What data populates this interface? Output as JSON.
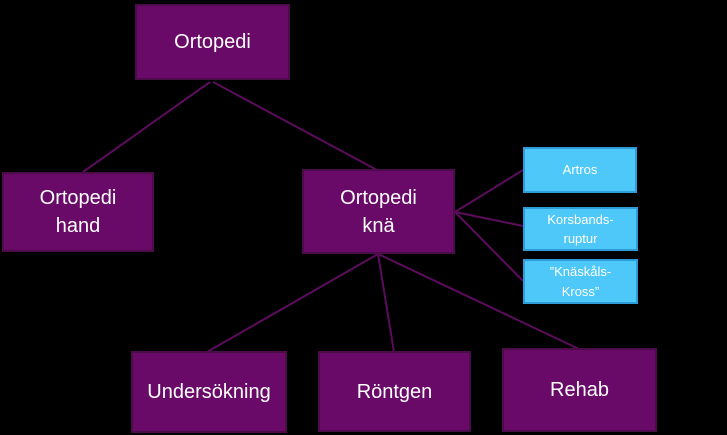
{
  "diagram": {
    "type": "tree",
    "nodes": {
      "ortopedi": {
        "label": "Ortopedi",
        "level": 1,
        "style": "primary"
      },
      "ortopedi_hand": {
        "label": "Ortopedi\nhand",
        "level": 2,
        "style": "primary"
      },
      "ortopedi_kna": {
        "label": "Ortopedi\nknä",
        "level": 2,
        "style": "primary"
      },
      "artros": {
        "label": "Artros",
        "level": 3,
        "style": "secondary"
      },
      "korsbandsruptur": {
        "label": "Korsbands-\nruptur",
        "level": 3,
        "style": "secondary"
      },
      "knaskals_kross": {
        "label": "”Knäskåls-\nKross”",
        "level": 3,
        "style": "secondary"
      },
      "undersokning": {
        "label": "Undersökning",
        "level": 3,
        "style": "primary"
      },
      "rontgen": {
        "label": "Röntgen",
        "level": 3,
        "style": "primary"
      },
      "rehab": {
        "label": "Rehab",
        "level": 3,
        "style": "primary"
      }
    },
    "edges": [
      {
        "from": "ortopedi",
        "to": "ortopedi_hand"
      },
      {
        "from": "ortopedi",
        "to": "ortopedi_kna"
      },
      {
        "from": "ortopedi_kna",
        "to": "artros"
      },
      {
        "from": "ortopedi_kna",
        "to": "korsbandsruptur"
      },
      {
        "from": "ortopedi_kna",
        "to": "knaskals_kross"
      },
      {
        "from": "ortopedi_kna",
        "to": "undersokning"
      },
      {
        "from": "ortopedi_kna",
        "to": "rontgen"
      },
      {
        "from": "ortopedi_kna",
        "to": "rehab"
      }
    ],
    "colors": {
      "background": "#000000",
      "primary_node_fill": "#690A69",
      "primary_node_border": "#4A0D4A",
      "secondary_node_fill": "#4DC8F8",
      "secondary_node_border": "#2E9CD9",
      "connector": "#5C0C5C",
      "text": "#FFFFFF"
    }
  }
}
